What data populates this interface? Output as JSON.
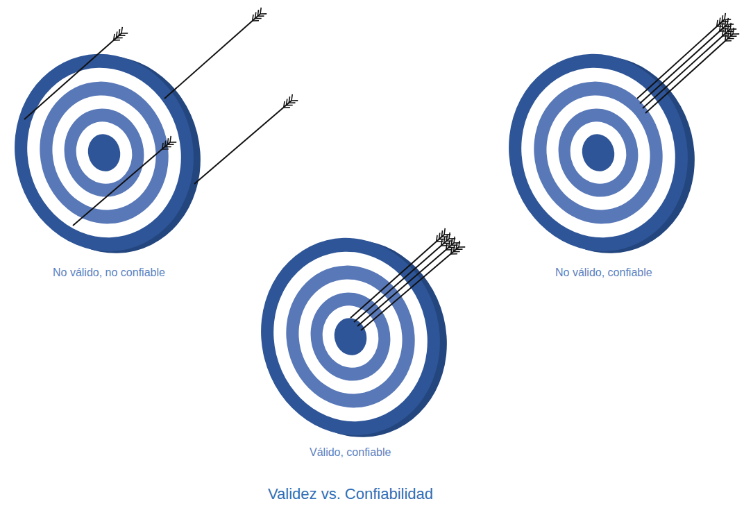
{
  "diagram": {
    "caption": "Validez vs. Confiabilidad",
    "labels": [
      "No válido, no confiable",
      "Válido, confiable",
      "No válido, confiable"
    ]
  }
}
